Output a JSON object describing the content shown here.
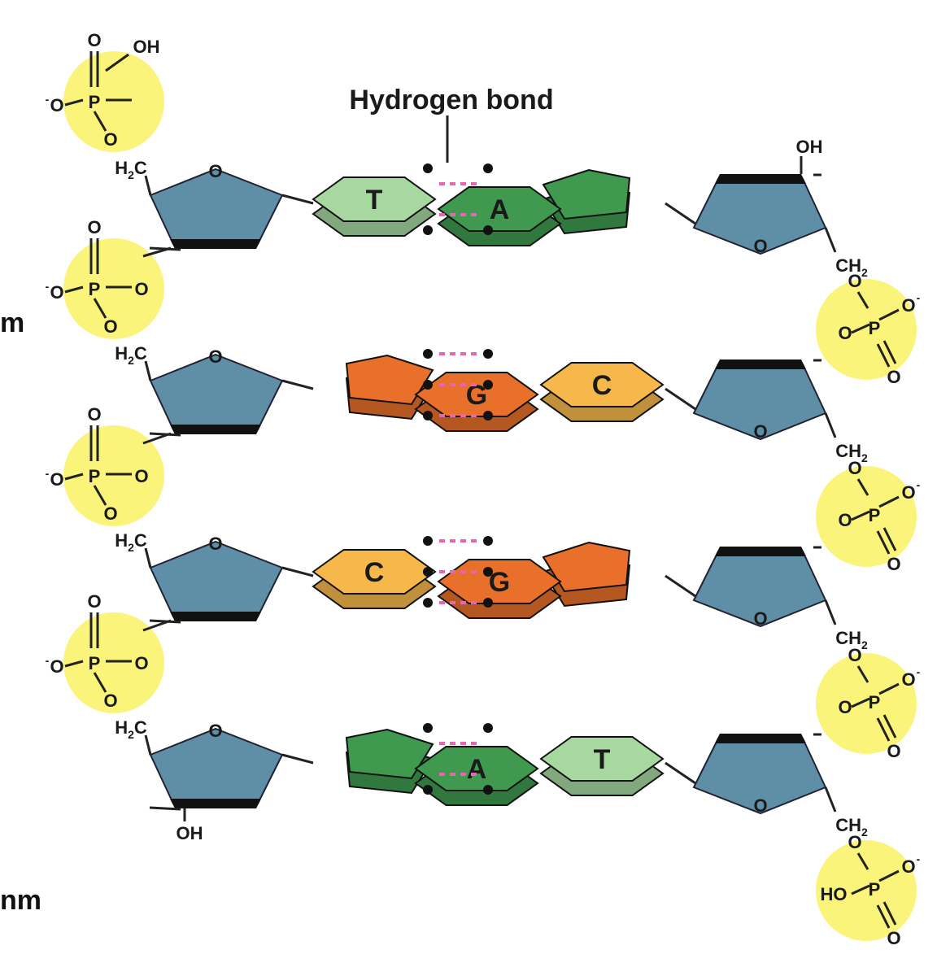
{
  "title": "Hydrogen bond",
  "edge_labels": [
    "m",
    "nm"
  ],
  "phosphate": {
    "P": "P",
    "O": "O",
    "O_minus": "O",
    "OH": "OH",
    "HO": "HO",
    "charge": "-"
  },
  "sugar": {
    "ring_O": "O",
    "CH2_main": "H",
    "CH2_C": "C",
    "CH2_sub": "2",
    "CH_main": "CH",
    "OH": "OH"
  },
  "base_pairs": [
    {
      "left": "T",
      "right": "A",
      "left_type": "pyrimidine",
      "right_type": "purine",
      "hbonds": 2
    },
    {
      "left": "G",
      "right": "C",
      "left_type": "purine",
      "right_type": "pyrimidine",
      "hbonds": 3
    },
    {
      "left": "C",
      "right": "G",
      "left_type": "pyrimidine",
      "right_type": "purine",
      "hbonds": 3
    },
    {
      "left": "A",
      "right": "T",
      "left_type": "purine",
      "right_type": "pyrimidine",
      "hbonds": 2
    }
  ],
  "colors": {
    "T": "#a7d8a0",
    "A": "#3f9a4f",
    "G": "#e8702a",
    "C": "#f6b84a",
    "sugar": "#5f8fa6",
    "phosphate": "#fbf47a",
    "hbond": "#e667b0"
  }
}
